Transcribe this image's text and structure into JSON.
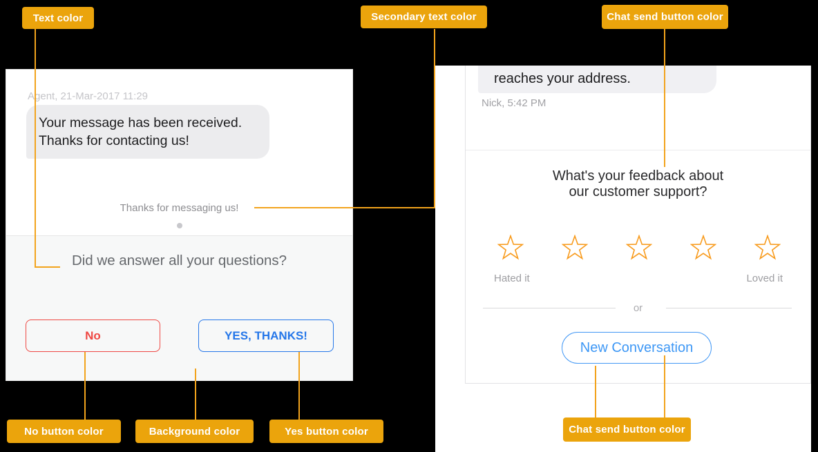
{
  "colors": {
    "annotation_label": "#EBA40C",
    "annotation_line": "#F2A31C",
    "text_color": "#1C1C1E",
    "secondary_text_color": "#8D8D91",
    "no_button_color": "#EF4843",
    "yes_button_color": "#2476E9",
    "chat_send_button_color": "#4197F5",
    "background_color": "#F7F8F8",
    "star_color": "#F89B1D"
  },
  "annotations": {
    "text_color": "Text color",
    "secondary_text_color": "Secondary text color",
    "chat_send_button_top": "Chat send button color",
    "no_button_color": "No button color",
    "background_color": "Background color",
    "yes_button_color": "Yes button color",
    "chat_send_button_bottom": "Chat send button color"
  },
  "left_chat": {
    "meta": "Agent, 21-Mar-2017 11:29",
    "message": "Your message has been received. Thanks for contacting us!",
    "secondary_message": "Thanks for messaging us!",
    "question": "Did we answer all your questions?",
    "no_label": "No",
    "yes_label": "YES, THANKS!"
  },
  "right_chat": {
    "message": "reaches your address.",
    "meta": "Nick, 5:42 PM",
    "question_line1": "What's your feedback about",
    "question_line2": "our customer support?",
    "rating_low": "Hated it",
    "rating_high": "Loved it",
    "divider_label": "or",
    "star_count": 5,
    "new_conversation_label": "New Conversation"
  }
}
